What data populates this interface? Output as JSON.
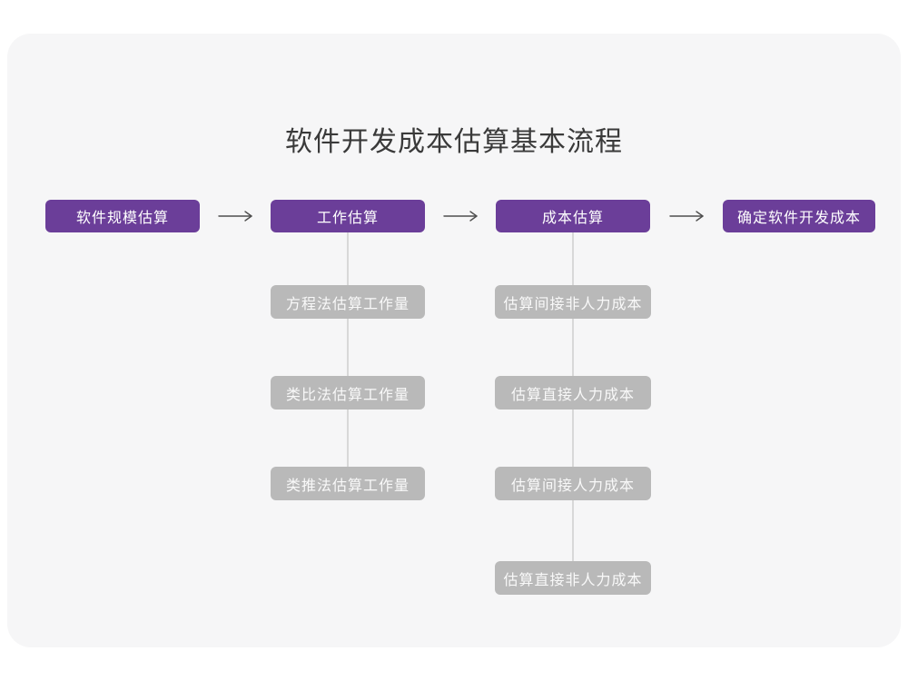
{
  "page": {
    "title": "软件开发成本估算基本流程"
  },
  "colors": {
    "accent_purple": "#6b3e99",
    "gray_box": "#b9b9b9",
    "connector": "#d8d8d8",
    "arrow": "#4f4f4f",
    "card_bg": "#f6f6f7",
    "title_color": "#3a3a3a"
  },
  "flow": {
    "main_steps": [
      {
        "label": "软件规模估算"
      },
      {
        "label": "工作估算"
      },
      {
        "label": "成本估算"
      },
      {
        "label": "确定软件开发成本"
      }
    ],
    "work_estimation_methods": [
      {
        "label": "方程法估算工作量"
      },
      {
        "label": "类比法估算工作量"
      },
      {
        "label": "类推法估算工作量"
      }
    ],
    "cost_estimation_items": [
      {
        "label": "估算间接非人力成本"
      },
      {
        "label": "估算直接人力成本"
      },
      {
        "label": "估算间接人力成本"
      },
      {
        "label": "估算直接非人力成本"
      }
    ]
  }
}
